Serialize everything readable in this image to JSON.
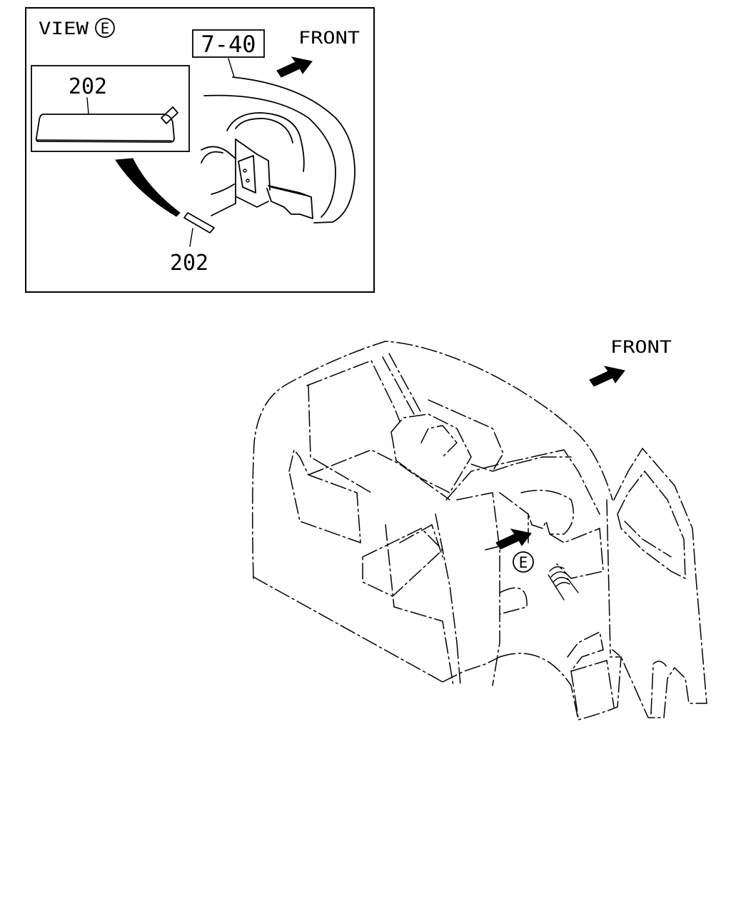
{
  "view_detail": {
    "view_label": "VIEW",
    "view_marker": "E",
    "reference_label": "7-40",
    "front_label": "FRONT",
    "inset_part_label": "202",
    "pointer_part_label": "202"
  },
  "main_view": {
    "front_label": "FRONT",
    "view_marker": "E"
  },
  "icons": [
    "front-arrow-icon",
    "view-arrow-icon",
    "curved-pointer-arrow-icon"
  ]
}
